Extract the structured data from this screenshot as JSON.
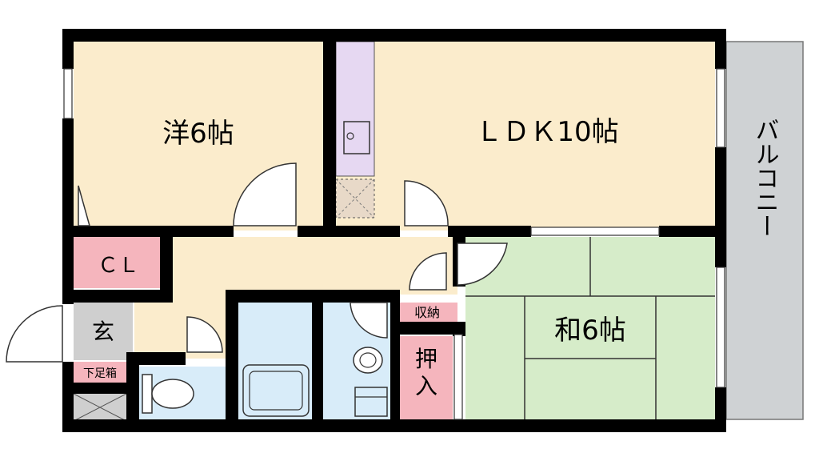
{
  "rooms": {
    "western_room": "洋6帖",
    "ldk": "ＬＤＫ10帖",
    "japanese_room": "和6帖",
    "balcony": "バルコニー",
    "closet": "ＣＬ",
    "entrance": "玄",
    "shoe_box": "下足箱",
    "storage": "収納",
    "oshiire": "押入"
  },
  "colors": {
    "wood_floor": "#fbeccc",
    "tatami": "#d6ecc9",
    "wet_area": "#d8ecf9",
    "storage": "#f5b5bd",
    "entrance": "#cfcfcf",
    "kitchen": "#e6d8f2",
    "balcony": "#cfd2d4",
    "wall": "#000000"
  }
}
